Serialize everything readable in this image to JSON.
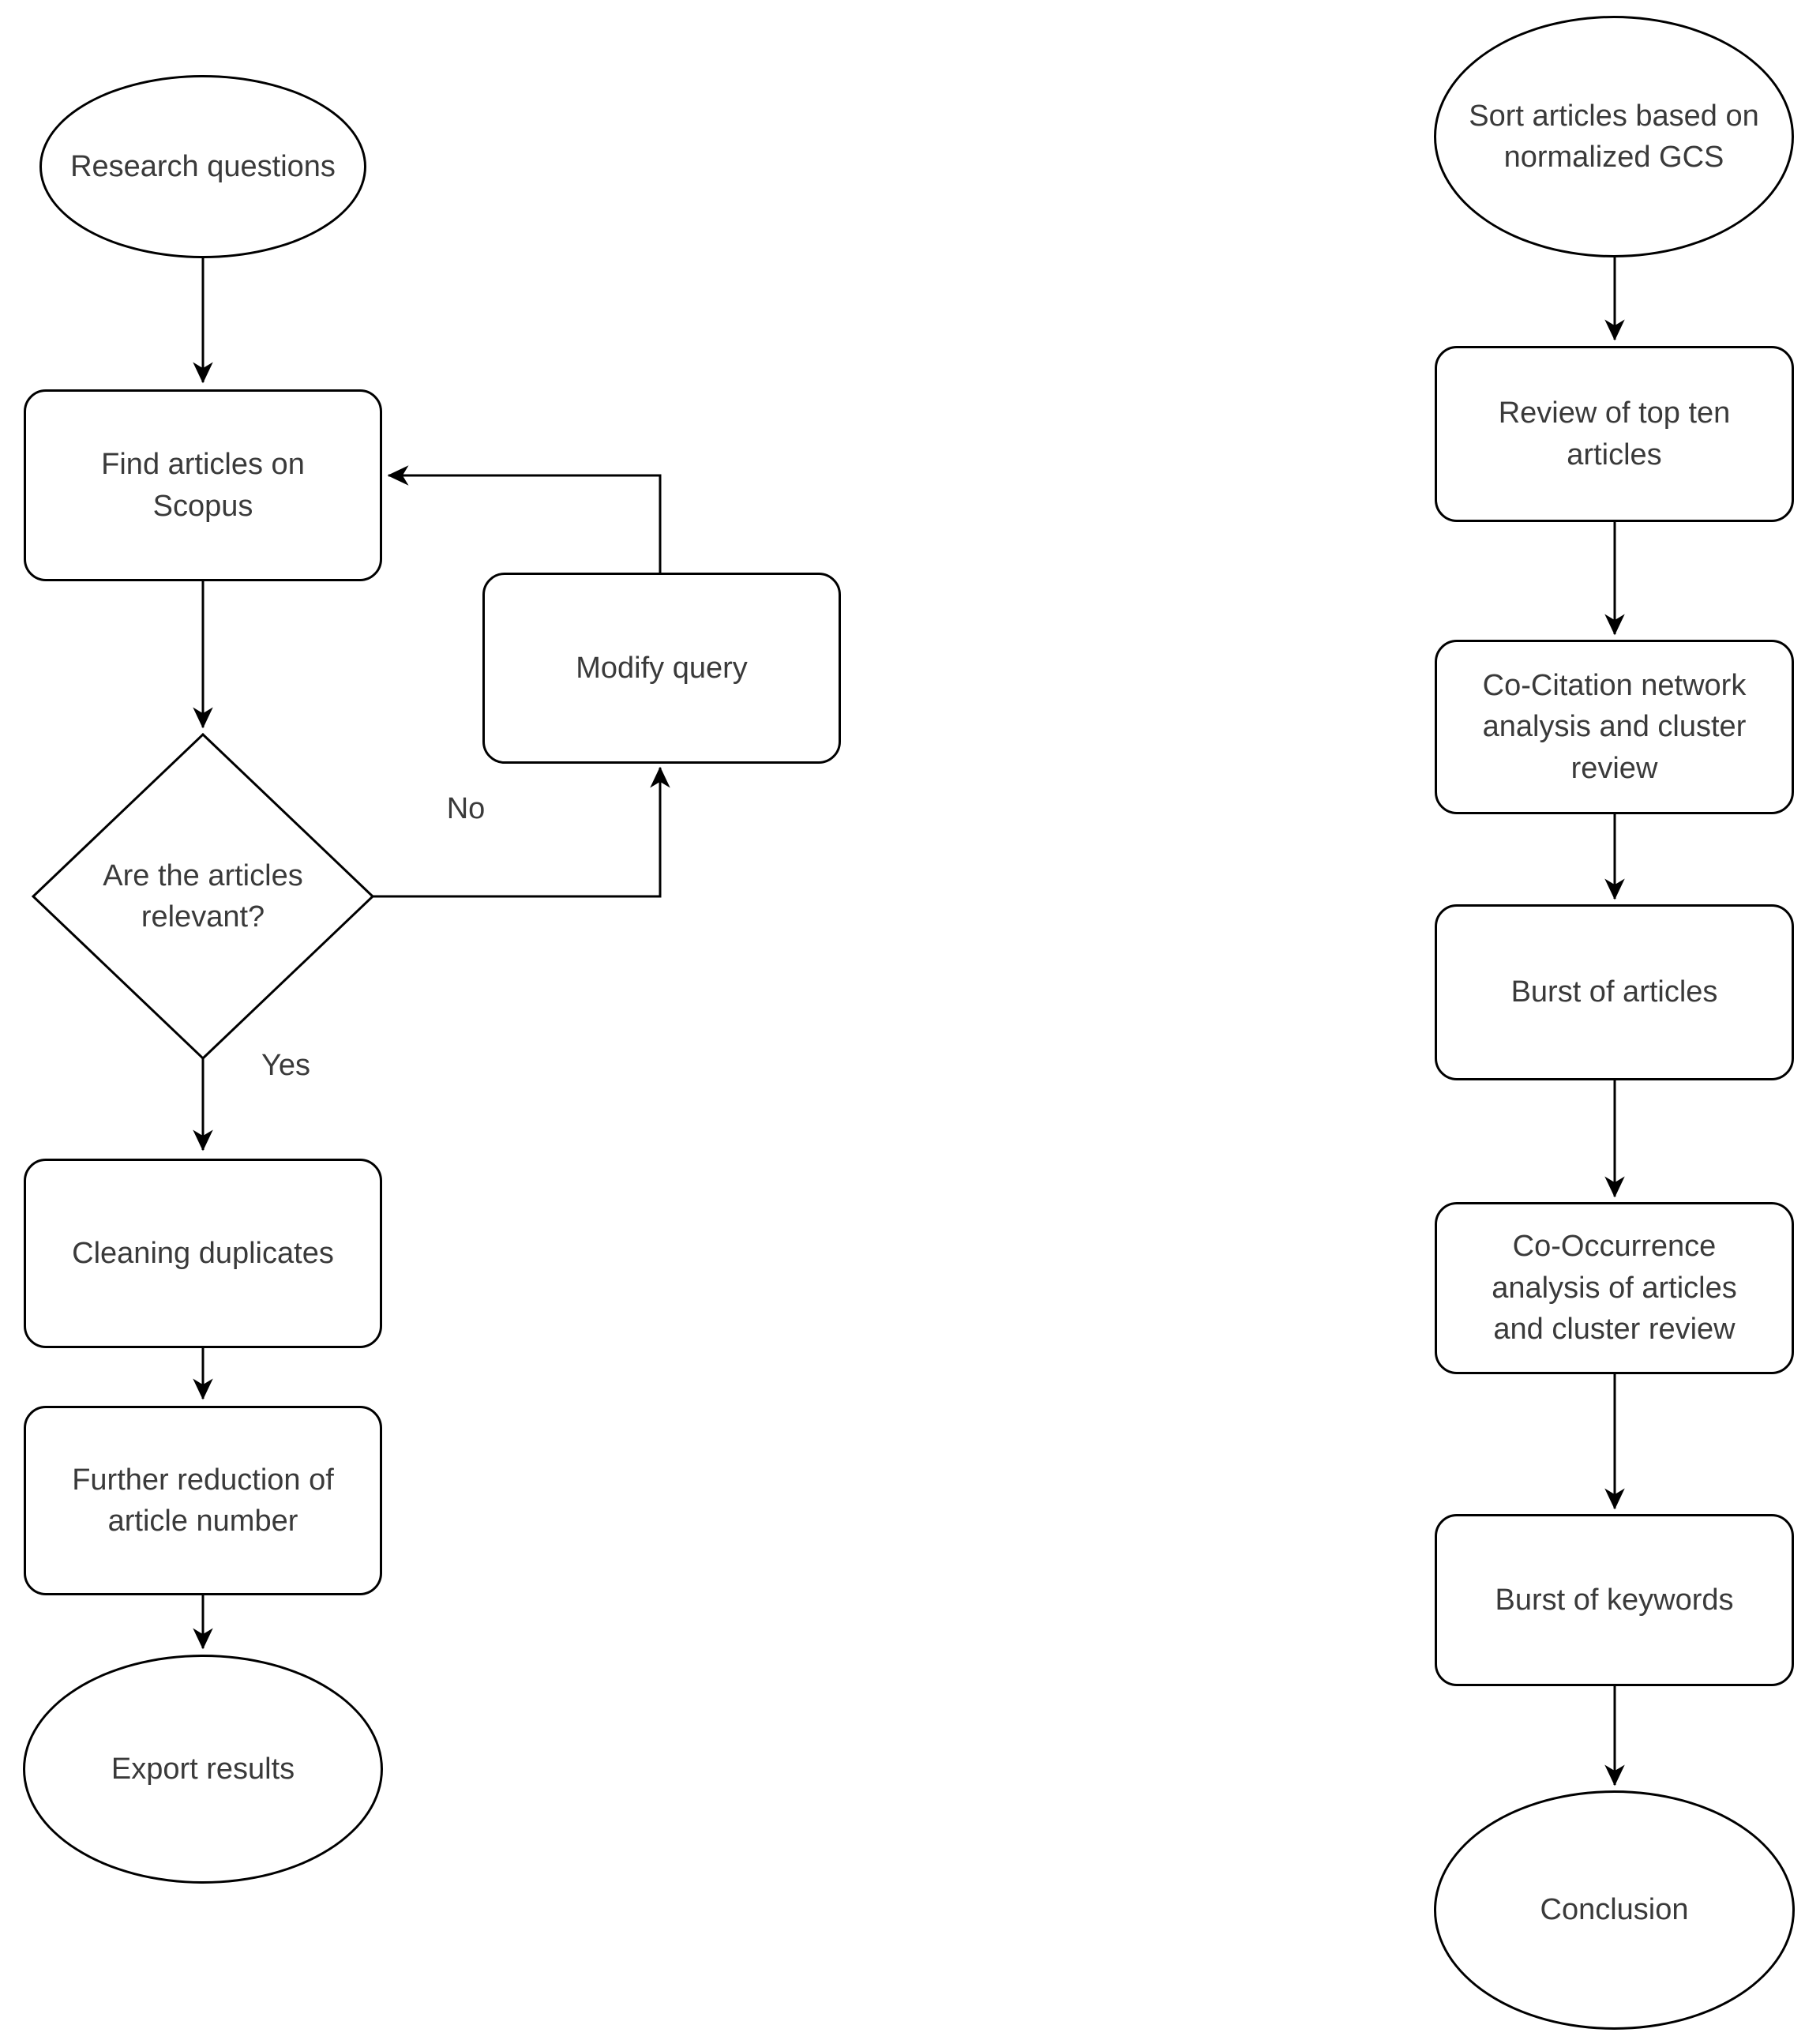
{
  "flowchart": {
    "colors": {
      "background": "#ffffff",
      "stroke": "#000000",
      "text": "#3a3a3a"
    },
    "left": {
      "research_questions": "Research questions",
      "find_articles": "Find articles on\nScopus",
      "modify_query": "Modify query",
      "relevance_question": "Are the articles\nrelevant?",
      "no_label": "No",
      "yes_label": "Yes",
      "cleaning_duplicates": "Cleaning duplicates",
      "further_reduction": "Further reduction of\narticle number",
      "export_results": "Export results"
    },
    "right": {
      "sort_articles": "Sort articles based on\nnormalized GCS",
      "review_top_ten": "Review of top ten\narticles",
      "co_citation": "Co-Citation network\nanalysis and cluster\nreview",
      "burst_articles": "Burst of articles",
      "co_occurrence": "Co-Occurrence\nanalysis of articles\nand cluster review",
      "burst_keywords": "Burst of keywords",
      "conclusion": "Conclusion"
    }
  }
}
